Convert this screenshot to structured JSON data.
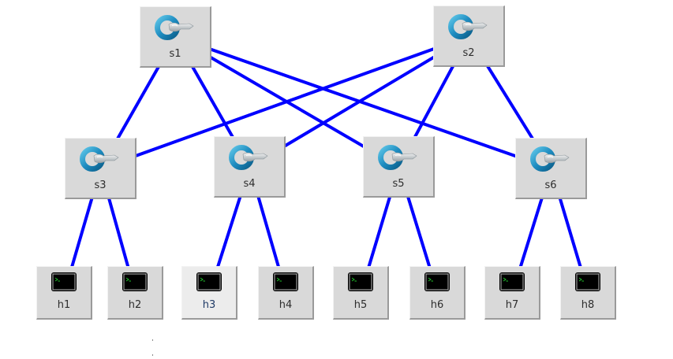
{
  "topology": {
    "link_color": "#0000ff",
    "switches": [
      {
        "id": "s1",
        "label": "s1",
        "icon": "controller-switch-icon"
      },
      {
        "id": "s2",
        "label": "s2",
        "icon": "controller-switch-icon"
      },
      {
        "id": "s3",
        "label": "s3",
        "icon": "controller-switch-icon"
      },
      {
        "id": "s4",
        "label": "s4",
        "icon": "controller-switch-icon"
      },
      {
        "id": "s5",
        "label": "s5",
        "icon": "controller-switch-icon"
      },
      {
        "id": "s6",
        "label": "s6",
        "icon": "controller-switch-icon"
      }
    ],
    "hosts": [
      {
        "id": "h1",
        "label": "h1",
        "icon": "terminal-icon"
      },
      {
        "id": "h2",
        "label": "h2",
        "icon": "terminal-icon"
      },
      {
        "id": "h3",
        "label": "h3",
        "icon": "terminal-icon",
        "hovered": true
      },
      {
        "id": "h4",
        "label": "h4",
        "icon": "terminal-icon"
      },
      {
        "id": "h5",
        "label": "h5",
        "icon": "terminal-icon"
      },
      {
        "id": "h6",
        "label": "h6",
        "icon": "terminal-icon"
      },
      {
        "id": "h7",
        "label": "h7",
        "icon": "terminal-icon"
      },
      {
        "id": "h8",
        "label": "h8",
        "icon": "terminal-icon"
      }
    ],
    "links": [
      [
        "s1",
        "s3"
      ],
      [
        "s1",
        "s4"
      ],
      [
        "s1",
        "s5"
      ],
      [
        "s1",
        "s6"
      ],
      [
        "s2",
        "s3"
      ],
      [
        "s2",
        "s4"
      ],
      [
        "s2",
        "s5"
      ],
      [
        "s2",
        "s6"
      ],
      [
        "s3",
        "h1"
      ],
      [
        "s3",
        "h2"
      ],
      [
        "s4",
        "h3"
      ],
      [
        "s4",
        "h4"
      ],
      [
        "s5",
        "h5"
      ],
      [
        "s5",
        "h6"
      ],
      [
        "s6",
        "h7"
      ],
      [
        "s6",
        "h8"
      ]
    ]
  }
}
